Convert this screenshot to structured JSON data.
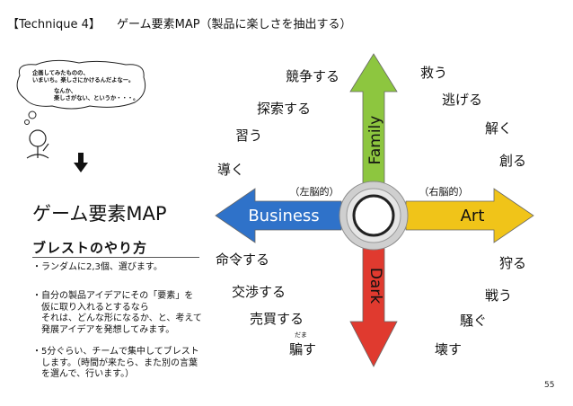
{
  "header": {
    "technique": "【Technique 4】",
    "title": "ゲーム要素MAP（製品に楽しさを抽出する）"
  },
  "sketch": {
    "thought_lines": [
      "企画してみたものの、",
      "いまいち。楽しさにかけるんだよなー。",
      "なんか、",
      "楽しさがない、というか・・・。"
    ]
  },
  "left_panel": {
    "heading": "ゲーム要素MAP",
    "subheading": "ブレストのやり方",
    "bullets": [
      [
        "・ランダムに2,3個、選びます。"
      ],
      [
        "・自分の製品アイデアにその「要素」を",
        "　仮に取り入れるとするなら",
        "　それは、どんな形になるか、と、考えて",
        "　発展アイデアを発想してみます。"
      ],
      [
        "・5分ぐらい、チームで集中してブレスト",
        "　します。（時間が来たら、また別の言葉",
        "　を選んで、行います。）"
      ]
    ]
  },
  "axes": {
    "top": "Family",
    "left": "Business",
    "right": "Art",
    "bottom": "Dark",
    "left_brain": "（左脳的）",
    "right_brain": "（右脳的）"
  },
  "colors": {
    "family": "#8dc63f",
    "business": "#2f72c9",
    "art": "#f0c419",
    "dark": "#e03a2f"
  },
  "verbs": {
    "top_left": [
      "競争する",
      "探索する",
      "習う",
      "導く"
    ],
    "top_right": [
      "救う",
      "逃げる",
      "解く",
      "創る"
    ],
    "bottom_left": [
      "命令する",
      "交渉する",
      "売買する",
      "騙す"
    ],
    "bottom_right": [
      "狩る",
      "戦う",
      "騒ぐ",
      "壊す"
    ],
    "furigana_damasu": "だま"
  },
  "footer": {
    "page_number": "55"
  }
}
